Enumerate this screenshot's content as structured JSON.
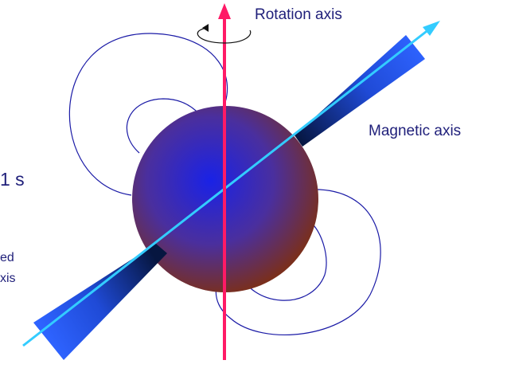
{
  "labels": {
    "rotation_axis": "Rotation axis",
    "magnetic_axis": "Magnetic axis",
    "side_fragment_1": "1 s",
    "side_fragment_2": "ed",
    "side_fragment_3": "xis"
  },
  "colors": {
    "label_text": "#1f1f7a",
    "rotation_axis": "#ff1a66",
    "magnetic_axis": "#33ccff",
    "beam_blue": "#2e63ff",
    "beam_dark": "#061640",
    "star_center": "#1a22e6",
    "star_edge": "#7a2f1c",
    "field_lines": "#1a1aa6"
  },
  "icons": {
    "rotation_direction": "curved-rotation-arrow-icon"
  }
}
